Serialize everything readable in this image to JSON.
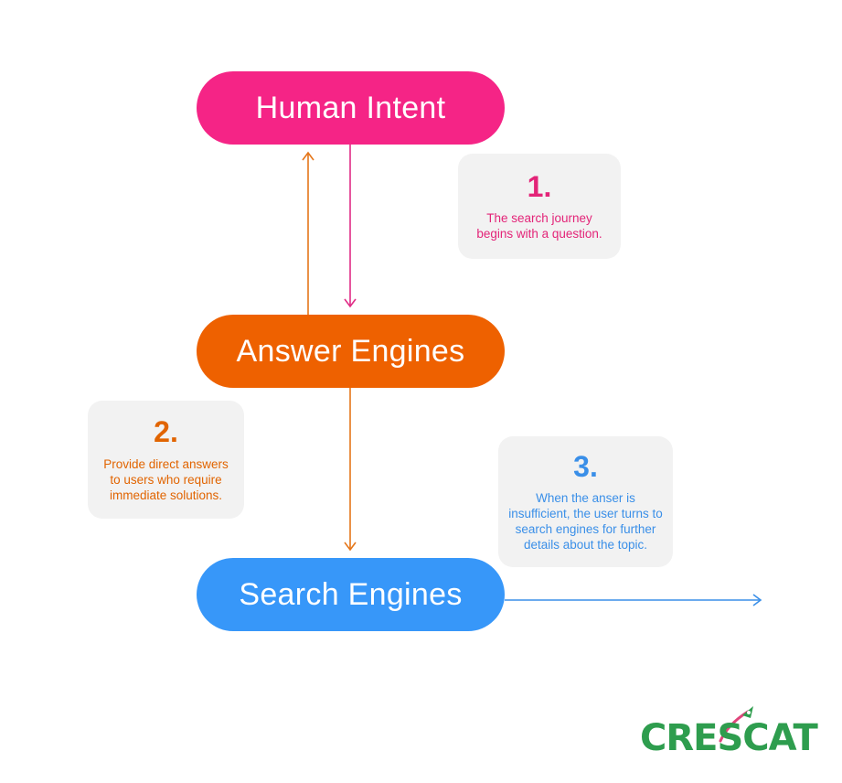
{
  "nodes": {
    "human_intent": "Human Intent",
    "answer_engines": "Answer Engines",
    "search_engines": "Search Engines"
  },
  "notes": [
    {
      "number": "1.",
      "text": "The search journey begins with a question."
    },
    {
      "number": "2.",
      "text": "Provide direct answers to users who require immediate solutions."
    },
    {
      "number": "3.",
      "text": "When the anser is insufficient, the user turns to search engines for further details about the topic."
    }
  ],
  "logo": {
    "text": "CRESCAT"
  },
  "colors": {
    "human_intent": "#f52486",
    "answer_engines": "#ee6100",
    "search_engines": "#3797f9",
    "logo_green": "#2e9d4e",
    "logo_pink": "#e0457b"
  }
}
